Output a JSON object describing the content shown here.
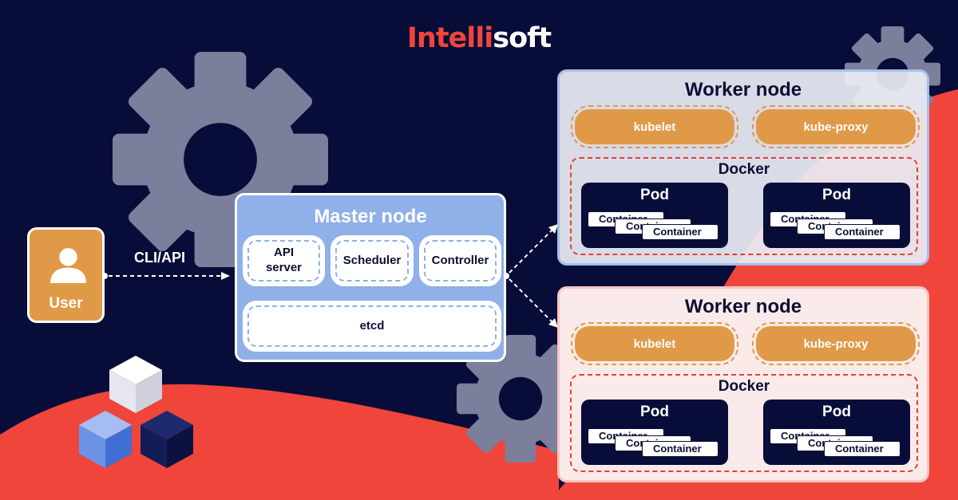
{
  "logo": {
    "part1": "Intelli",
    "part2": "soft"
  },
  "user": {
    "label": "User",
    "icon": "user-icon"
  },
  "edge_label": "CLI/API",
  "master": {
    "title": "Master node",
    "components": [
      "API\nserver",
      "Scheduler",
      "Controller"
    ],
    "store": "etcd"
  },
  "workers": [
    {
      "title": "Worker node",
      "agents": [
        "kubelet",
        "kube-proxy"
      ],
      "runtime": "Docker",
      "pods": [
        {
          "title": "Pod",
          "containers": [
            "Container",
            "Container",
            "Container"
          ]
        },
        {
          "title": "Pod",
          "containers": [
            "Container",
            "Container",
            "Container"
          ]
        }
      ]
    },
    {
      "title": "Worker node",
      "agents": [
        "kubelet",
        "kube-proxy"
      ],
      "runtime": "Docker",
      "pods": [
        {
          "title": "Pod",
          "containers": [
            "Container",
            "Container",
            "Container"
          ]
        },
        {
          "title": "Pod",
          "containers": [
            "Container",
            "Container",
            "Container"
          ]
        }
      ]
    }
  ],
  "colors": {
    "background": "#070d38",
    "accent_red": "#f0453b",
    "orange": "#e09a47",
    "master_blue": "#8fb0e8",
    "worker_fill": "#eaecf4",
    "gear": "#7b7f9c"
  }
}
